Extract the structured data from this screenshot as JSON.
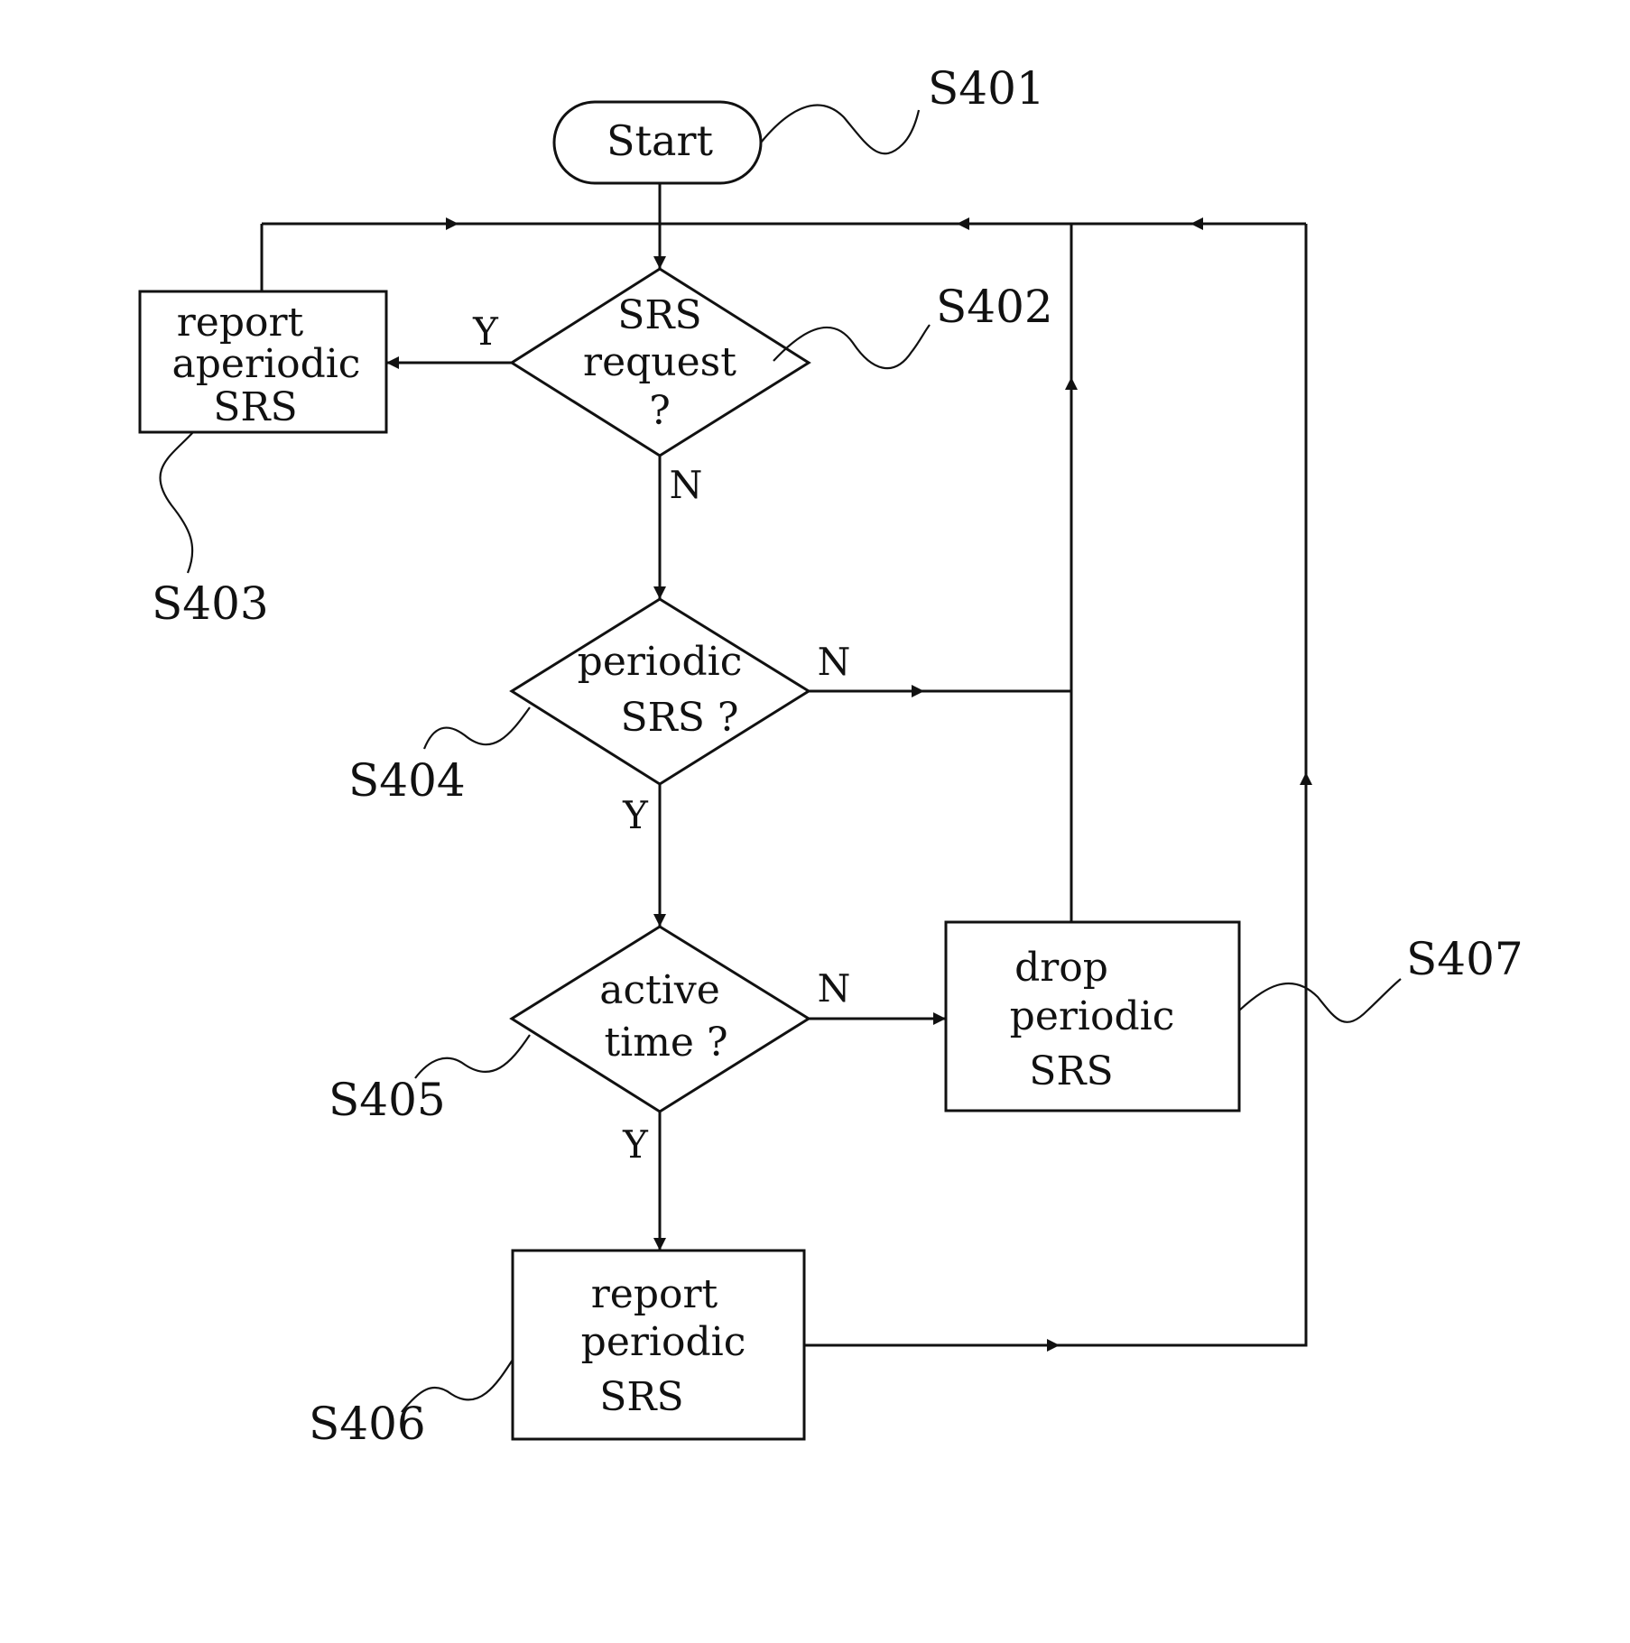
{
  "nodes": {
    "start": {
      "label": "Start",
      "ref": "S401"
    },
    "srs_request": {
      "lines": [
        "SRS",
        "request",
        "?"
      ],
      "ref": "S402"
    },
    "report_aperiodic": {
      "lines": [
        "report",
        "aperiodic",
        "SRS"
      ],
      "ref": "S403"
    },
    "periodic_srs": {
      "lines": [
        "periodic",
        "SRS ?"
      ],
      "ref": "S404"
    },
    "active_time": {
      "lines": [
        "active",
        "time ?"
      ],
      "ref": "S405"
    },
    "report_periodic": {
      "lines": [
        "report",
        "periodic",
        "SRS"
      ],
      "ref": "S406"
    },
    "drop_periodic": {
      "lines": [
        "drop",
        "periodic",
        "SRS"
      ],
      "ref": "S407"
    }
  },
  "edge_labels": {
    "s402_yes": "Y",
    "s402_no": "N",
    "s404_no": "N",
    "s404_yes": "Y",
    "s405_no": "N",
    "s405_yes": "Y"
  }
}
